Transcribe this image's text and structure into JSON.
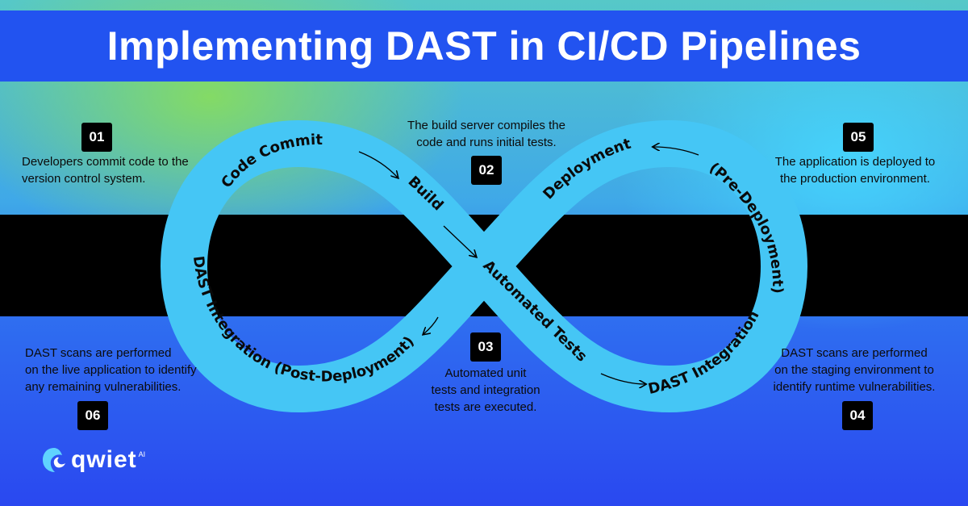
{
  "title": "Implementing DAST in CI/CD Pipelines",
  "stages": {
    "code_commit": "Code Commit",
    "build": "Build",
    "automated_tests": "Automated Tests",
    "dast_pre": "DAST Integration",
    "pre_deployment": "(Pre-Deployment)",
    "deployment": "Deployment",
    "dast_post": "DAST Integration (Post-Deployment)"
  },
  "steps": [
    {
      "number": "01",
      "lines": [
        "Developers commit code to the",
        "version control system."
      ]
    },
    {
      "number": "02",
      "lines": [
        "The build server compiles the",
        "code and runs initial tests."
      ]
    },
    {
      "number": "03",
      "lines": [
        "Automated unit",
        "tests and integration",
        "tests are executed."
      ]
    },
    {
      "number": "04",
      "lines": [
        "DAST scans are performed",
        "on the staging environment to",
        "identify runtime vulnerabilities."
      ]
    },
    {
      "number": "05",
      "lines": [
        "The application is deployed to",
        "the production environment."
      ]
    },
    {
      "number": "06",
      "lines": [
        "DAST scans are performed",
        "on the live application to identify",
        "any remaining vulnerabilities."
      ]
    }
  ],
  "logo": {
    "name": "qwiet",
    "suffix": "AI"
  },
  "colors": {
    "loop": "#45c6f5",
    "title_bar": "#2253f0",
    "band": "#000000",
    "badge": "#000000"
  }
}
